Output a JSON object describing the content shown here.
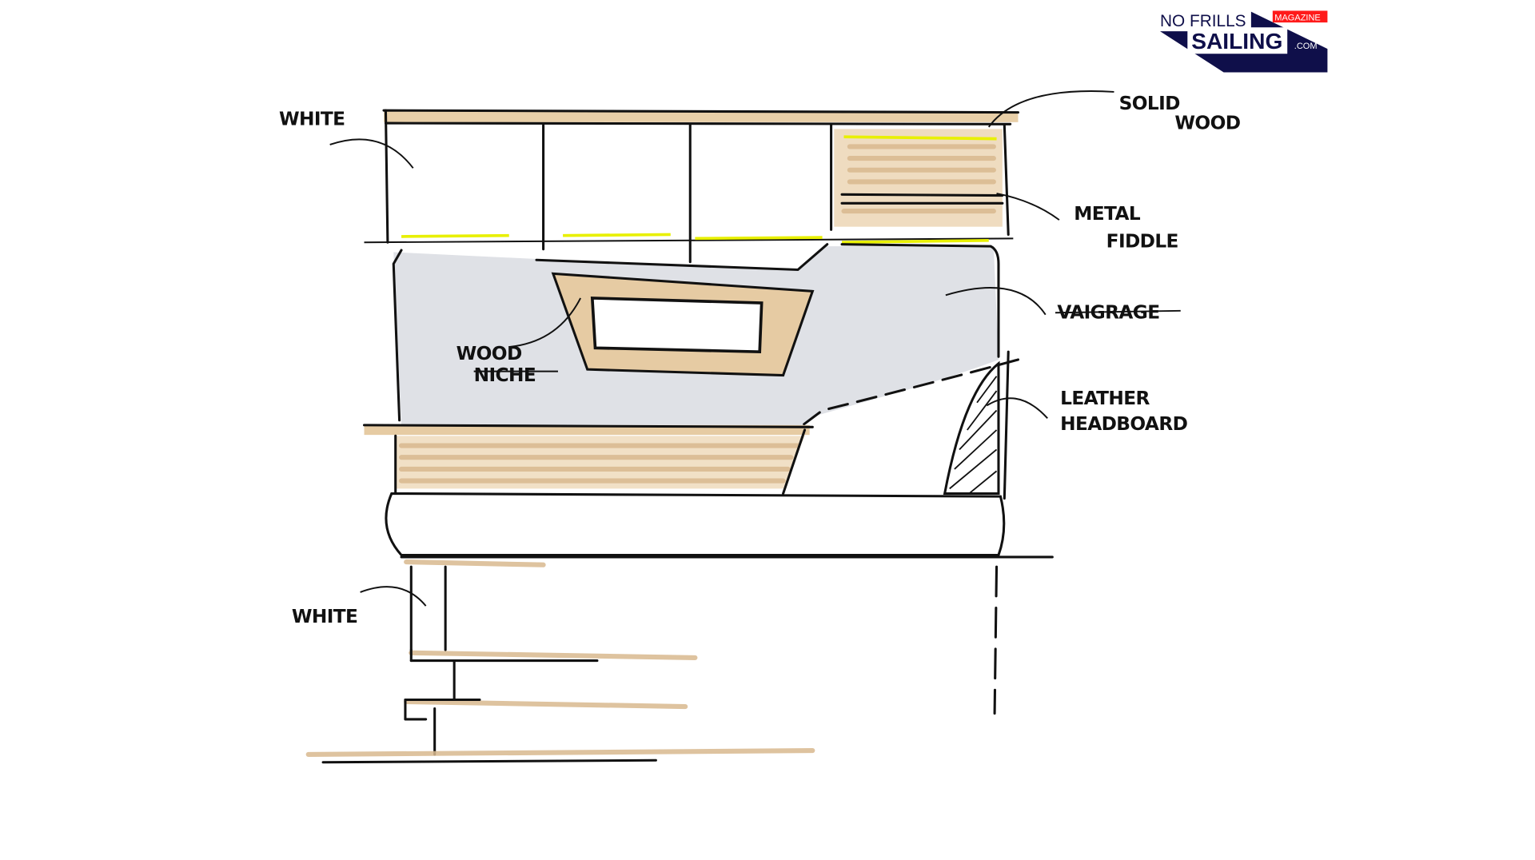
{
  "logo": {
    "line1": "NO FRILLS",
    "line2": "SAILING",
    "badge": "MAGAZINE",
    "suffix": ".COM",
    "navy": "#0f0f4a",
    "red": "#ff1a1a"
  },
  "labels": {
    "white_top": "WHITE",
    "solid_wood_1": "SOLID",
    "solid_wood_2": "WOOD",
    "metal_fiddle_1": "METAL",
    "metal_fiddle_2": "FIDDLE",
    "vaigrage": "VAIGRAGE",
    "wood_niche_1": "WOOD",
    "wood_niche_2": "NICHE",
    "leather_headboard_1": "LEATHER",
    "leather_headboard_2": "HEADBOARD",
    "white_bottom": "WHITE"
  },
  "colors": {
    "wood": "#d9b98f",
    "vaigrage": "#dfe1e6",
    "highlight": "#e8f000"
  }
}
